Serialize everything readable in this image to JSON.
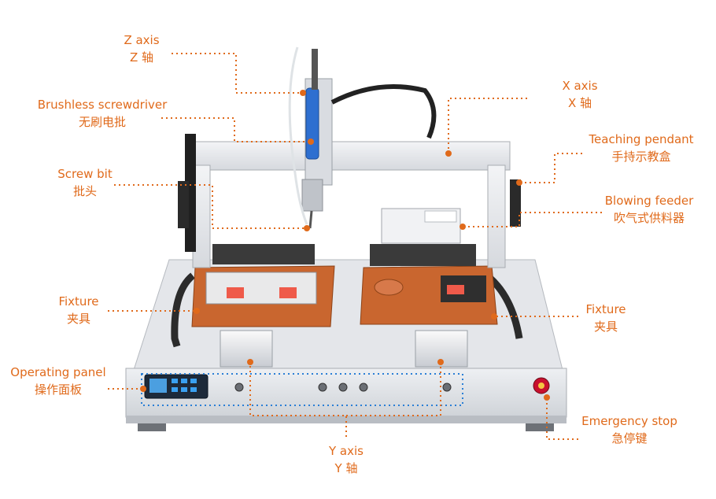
{
  "colors": {
    "label": "#e06a1b",
    "leader": "#e06a1b",
    "panel_outline": "#2a7fd6",
    "machine_frame": "#e8eaee",
    "fixture_board": "#c9662f"
  },
  "labels": {
    "z_axis": {
      "en": "Z axis",
      "cn": "Z 轴"
    },
    "brushless_screwdriver": {
      "en": "Brushless screwdriver",
      "cn": "无刷电批"
    },
    "screw_bit": {
      "en": "Screw bit",
      "cn": "批头"
    },
    "fixture_left": {
      "en": "Fixture",
      "cn": "夹具"
    },
    "operating_panel": {
      "en": "Operating panel",
      "cn": "操作面板"
    },
    "y_axis": {
      "en": "Y axis",
      "cn": "Y 轴"
    },
    "x_axis": {
      "en": "X axis",
      "cn": "X 轴"
    },
    "teaching_pendant": {
      "en": "Teaching pendant",
      "cn": "手持示教盒"
    },
    "blowing_feeder": {
      "en": "Blowing feeder",
      "cn": "吹气式供料器"
    },
    "fixture_right": {
      "en": "Fixture",
      "cn": "夹具"
    },
    "emergency_stop": {
      "en": "Emergency stop",
      "cn": "急停键"
    }
  }
}
